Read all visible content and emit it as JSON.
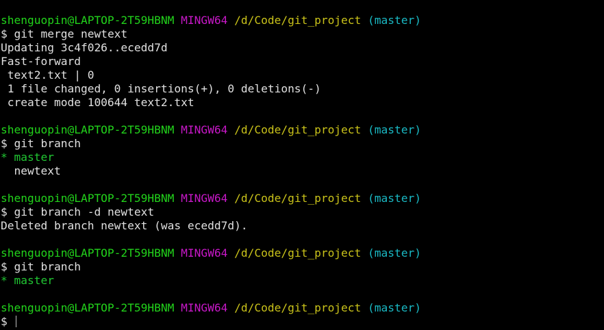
{
  "prompt": {
    "user": "shenguopin@LAPTOP-2T59HBNM",
    "host": "MINGW64",
    "path": "/d/Code/git_project",
    "branch": "(master)",
    "symbol": "$"
  },
  "blocks": [
    {
      "command": "git merge newtext",
      "output": [
        "Updating 3c4f026..ecedd7d",
        "Fast-forward",
        " text2.txt | 0",
        " 1 file changed, 0 insertions(+), 0 deletions(-)",
        " create mode 100644 text2.txt"
      ]
    },
    {
      "command": "git branch",
      "output_current": "* master",
      "output": [
        "  newtext"
      ]
    },
    {
      "command": "git branch -d newtext",
      "output": [
        "Deleted branch newtext (was ecedd7d)."
      ]
    },
    {
      "command": "git branch",
      "output_current": "* master"
    },
    {
      "command": ""
    }
  ]
}
